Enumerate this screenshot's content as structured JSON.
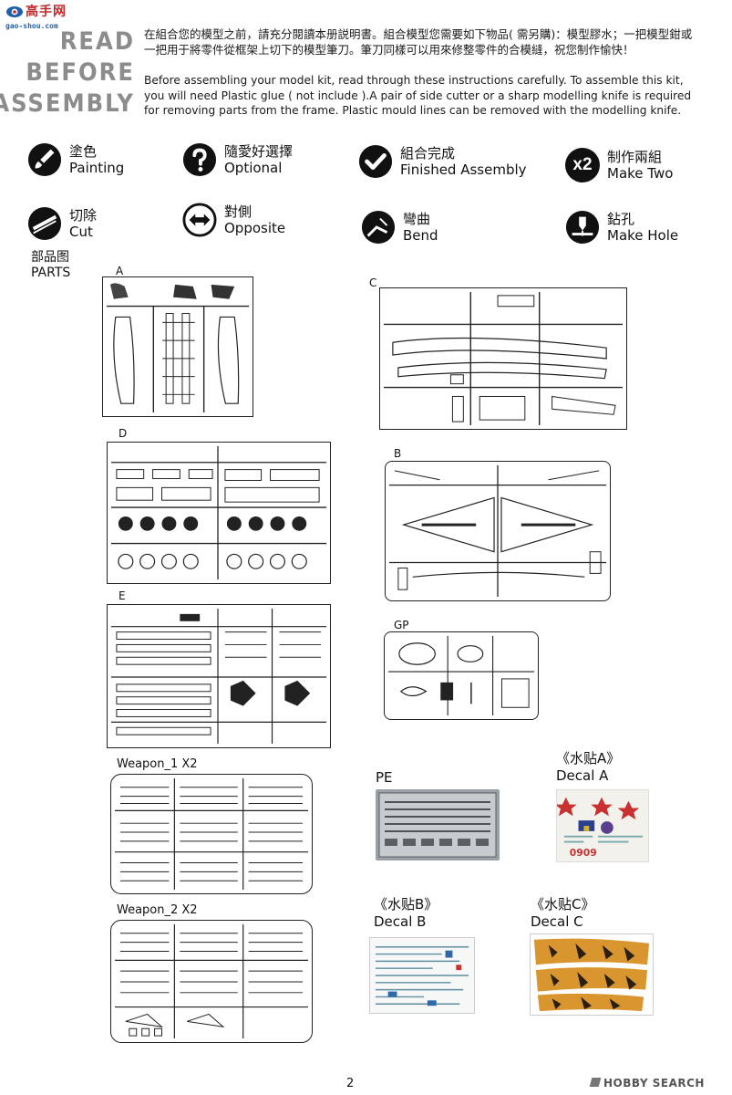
{
  "watermark": {
    "site_name": "高手网",
    "url": "gao-shou.com"
  },
  "header": {
    "title_lines": [
      "READ",
      "BEFORE",
      "ASSEMBLY"
    ],
    "intro_cn": "在組合您的模型之前，請充分閱讀本册説明書。組合模型您需要如下物品( 需另購)：模型膠水；一把模型鉗或一把用于將零件從框架上切下的模型筆刀。筆刀同樣可以用來修整零件的合模縫，祝您制作愉快！",
    "intro_en": "Before assembling your model kit, read through these instructions carefully. To assemble this kit, you will need Plastic glue ( not include ).A pair of side cutter or a sharp modelling knife is required for removing parts from the frame. Plastic mould lines can be removed with the modelling knife."
  },
  "legend": [
    {
      "icon": "painting-icon",
      "cn": "塗色",
      "en": "Painting"
    },
    {
      "icon": "optional-icon",
      "cn": "隨愛好選擇",
      "en": "Optional"
    },
    {
      "icon": "finished-assembly-icon",
      "cn": "組合完成",
      "en": "Finished Assembly"
    },
    {
      "icon": "make-two-icon",
      "badge": "x2",
      "cn": "制作兩組",
      "en": "Make  Two"
    },
    {
      "icon": "cut-icon",
      "cn": "切除",
      "en": "Cut"
    },
    {
      "icon": "opposite-icon",
      "cn": "對側",
      "en": "Opposite"
    },
    {
      "icon": "bend-icon",
      "cn": "彎曲",
      "en": "Bend"
    },
    {
      "icon": "make-hole-icon",
      "cn": "鉆孔",
      "en": "Make Hole"
    }
  ],
  "parts": {
    "title_cn": "部品图",
    "title_en": "PARTS"
  },
  "sprues": {
    "A": "A",
    "B": "B",
    "C": "C",
    "D": "D",
    "E": "E",
    "GP": "GP",
    "weapon1": "Weapon_1  X2",
    "weapon2": "Weapon_2  X2",
    "pe": "PE"
  },
  "decals": {
    "a_cn": "《水贴A》",
    "a_en": "Decal A",
    "b_cn": "《水贴B》",
    "b_en": "Decal B",
    "c_cn": "《水贴C》",
    "c_en": "Decal C",
    "a_number": "0909"
  },
  "footer": {
    "page_number": "2",
    "credit": "HOBBY SEARCH"
  },
  "colors": {
    "ink": "#111111",
    "header_gray": "#8c8c8c",
    "watermark_red": "#c0282a",
    "watermark_blue": "#1f5fae",
    "camo_orange": "#d9962f",
    "decal_red": "#c8312f"
  }
}
